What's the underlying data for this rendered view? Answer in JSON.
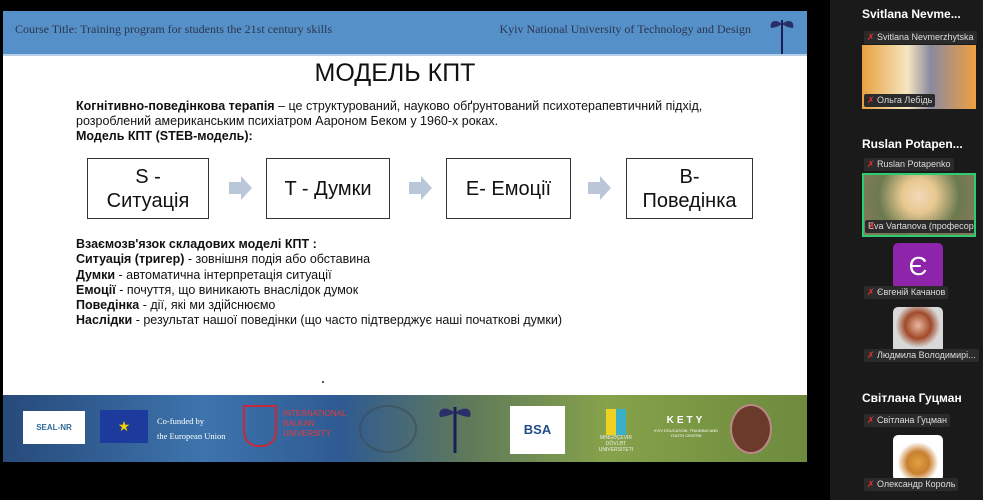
{
  "slide": {
    "header_left": "Course Title: Training program for students the 21st century skills",
    "header_right": "Kyiv National University of Technology and Design",
    "title": "МОДЕЛЬ КПТ",
    "intro_bold": "Когнітивно-поведінкова терапія",
    "intro_rest": " – це структурований, науково обґрунтований психотерапевтичний підхід, розроблений американським психіатром Аароном Беком у 1960-х роках.",
    "model_label": "Модель КПТ (STEB-модель):",
    "boxes": [
      {
        "line1": "S -",
        "line2": "Ситуація"
      },
      {
        "line1": "T  - Думки",
        "line2": ""
      },
      {
        "line1": "E- Емоції",
        "line2": ""
      },
      {
        "line1": "B-",
        "line2": "Поведінка"
      }
    ],
    "relations_title": "Взаємозв'язок складових моделі КПТ  :",
    "relations": [
      {
        "term": "Ситуація (тригер)",
        "desc": " - зовнішня подія або обставина"
      },
      {
        "term": "Думки",
        "desc": " - автоматична інтерпретація ситуації"
      },
      {
        "term": "Емоції",
        "desc": " - почуття, що виникають внаслідок думок"
      },
      {
        "term": "Поведінка",
        "desc": " - дії, які ми здійснюємо"
      },
      {
        "term": "Наслідки",
        "desc": " - результат нашої поведінки (що часто підтверджує наші початкові думки)"
      }
    ],
    "footer": {
      "seal_nr": "SEAL-NR",
      "cofunded": "Co-funded by",
      "eu": "the European Union",
      "ibu": "INTERNATIONAL BALKAN UNIVERSITY",
      "bsa": "BSA",
      "mdu": "MINGƏÇEVIR DÖVLƏT UNIVERSITETI",
      "kety": "KETY",
      "kety_sub": "KYIV EDUCATION, TRAINING AND YOUTH CENTRE"
    }
  },
  "panel": {
    "heading1": "Svitlana  Nevme...",
    "tag1": "Svitlana Nevmerzhytska",
    "tile1_label": "Ольга Лебідь",
    "heading2": "Ruslan  Potapen...",
    "tag2": "Ruslan Potapenko",
    "tile2_label": "Eva Vartanova (професор)",
    "avatar_letter": "Є",
    "tag3": "Євгеній Качанов",
    "tag4": "Людмила Володимирі...",
    "heading3": "Світлана Гуцман",
    "tag5": "Світлана Гуцман",
    "tag6": "Олександр Король",
    "colors": {
      "active_speaker": "#2ecc71",
      "avatar_bg": "#8e24aa"
    }
  }
}
